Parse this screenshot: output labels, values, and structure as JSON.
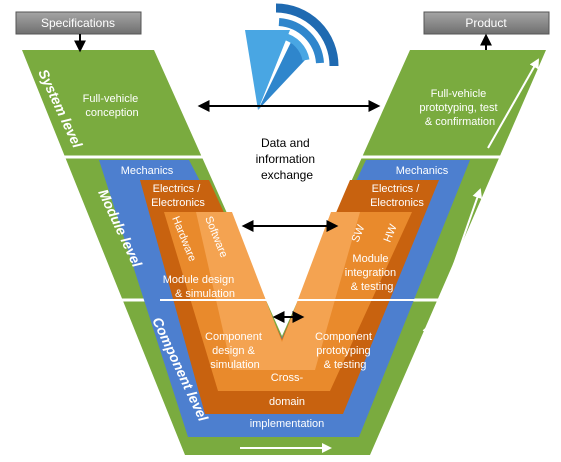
{
  "top": {
    "left_box": "Specifications",
    "right_box": "Product"
  },
  "levels": {
    "system": "System level",
    "module": "Module level",
    "component": "Component level"
  },
  "system": {
    "left": [
      "Full-vehicle",
      "conception"
    ],
    "right": [
      "Full-vehicle",
      "prototyping, test",
      "& confirmation"
    ]
  },
  "center": {
    "exchange": [
      "Data and",
      "information",
      "exchange"
    ]
  },
  "mechanics": {
    "left": "Mechanics",
    "right": "Mechanics"
  },
  "electrics": {
    "left": [
      "Electrics /",
      "Electronics"
    ],
    "right": [
      "Electrics /",
      "Electronics"
    ]
  },
  "inner_left": {
    "hardware": "Hardware",
    "software": "Software",
    "module_design": [
      "Module design",
      "& simulation"
    ]
  },
  "inner_right": {
    "sw": "SW",
    "hw": "HW",
    "module_integration": [
      "Module",
      "integration",
      "& testing"
    ]
  },
  "component": {
    "left": [
      "Component",
      "design &",
      "simulation"
    ],
    "right": [
      "Component",
      "prototyping",
      "& testing"
    ]
  },
  "bottom": {
    "cross": "Cross-",
    "domain": "domain",
    "implementation": "implementation"
  },
  "colors": {
    "green": "#7aab3f",
    "green_light": "#8fbf4f",
    "blue": "#4d7fcf",
    "orange_dark": "#c8620f",
    "orange": "#e98a2c",
    "orange_light": "#f4a351",
    "logo_dark": "#1f6ab1",
    "logo_light": "#49a6e3"
  }
}
